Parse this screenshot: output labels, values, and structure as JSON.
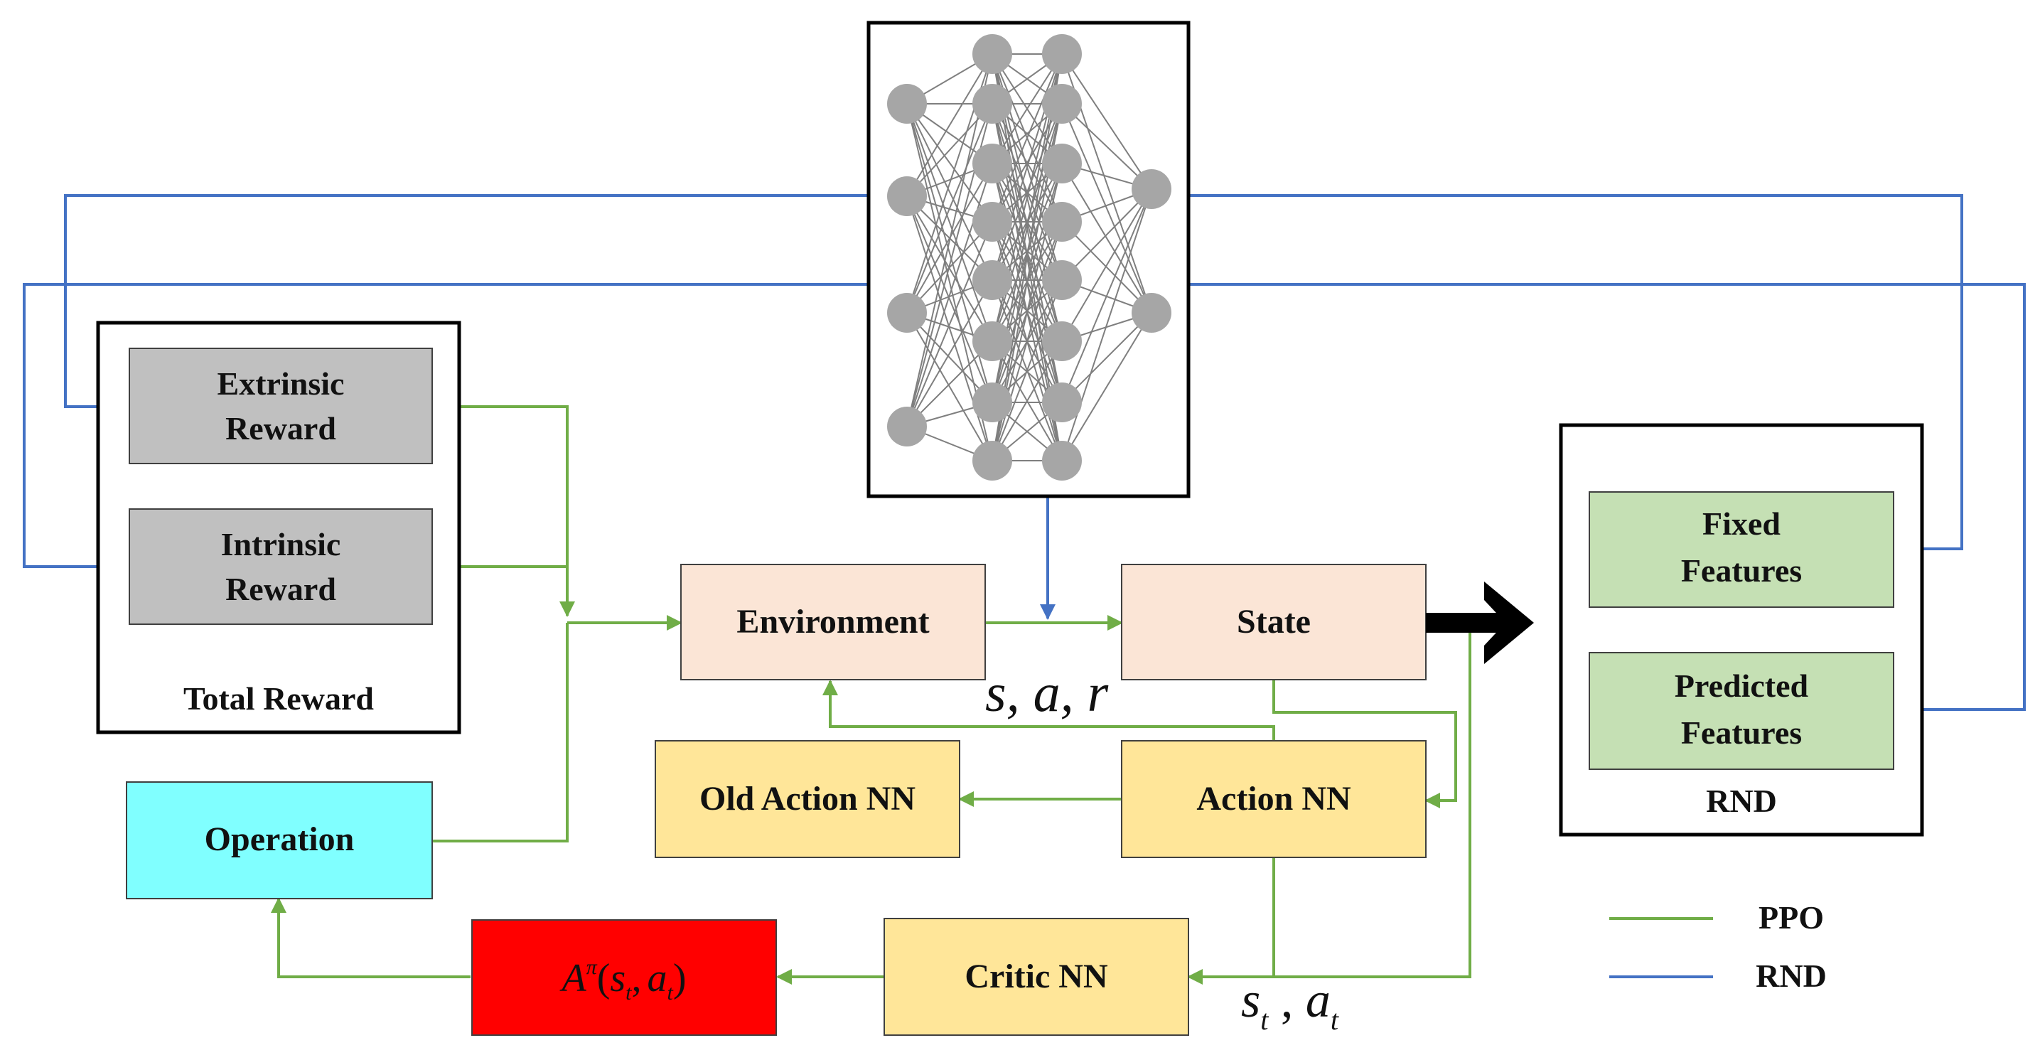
{
  "boxes": {
    "extrinsic_reward": {
      "line1": "Extrinsic",
      "line2": "Reward"
    },
    "intrinsic_reward": {
      "line1": "Intrinsic",
      "line2": "Reward"
    },
    "total_reward": "Total Reward",
    "operation": "Operation",
    "advantage": {
      "A": "A",
      "pi": "π",
      "open": "(",
      "s": "s",
      "t1": "t",
      "comma": ",",
      "a": "a",
      "t2": "t",
      "close": ")"
    },
    "environment": "Environment",
    "state": "State",
    "old_action_nn": "Old Action NN",
    "action_nn": "Action NN",
    "critic_nn": "Critic NN",
    "fixed_features": {
      "line1": "Fixed",
      "line2": "Features"
    },
    "predicted_features": {
      "line1": "Predicted",
      "line2": "Features"
    },
    "rnd_group": "RND"
  },
  "labels": {
    "sar": "s, a, r",
    "st_at": {
      "s": "s",
      "t1": "t",
      "comma": " , ",
      "a": "a",
      "t2": "t"
    }
  },
  "legend": [
    {
      "label": "PPO",
      "color": "#70ad47"
    },
    {
      "label": "RND",
      "color": "#4472c4"
    }
  ],
  "colors": {
    "ppo_line": "#70ad47",
    "rnd_line": "#4472c4",
    "reward_box": "#c0c0c0",
    "operation_box": "#80ffff",
    "advantage_box": "#ff0000",
    "env_state_box": "#fbe5d6",
    "nn_box": "#ffe699",
    "feature_box": "#c5e0b4",
    "network_node": "#a6a6a6",
    "network_edge": "#7f7f7f"
  },
  "icons": {
    "output_arrow": "bold-right-arrow-icon",
    "network": "neural-network-icon"
  }
}
